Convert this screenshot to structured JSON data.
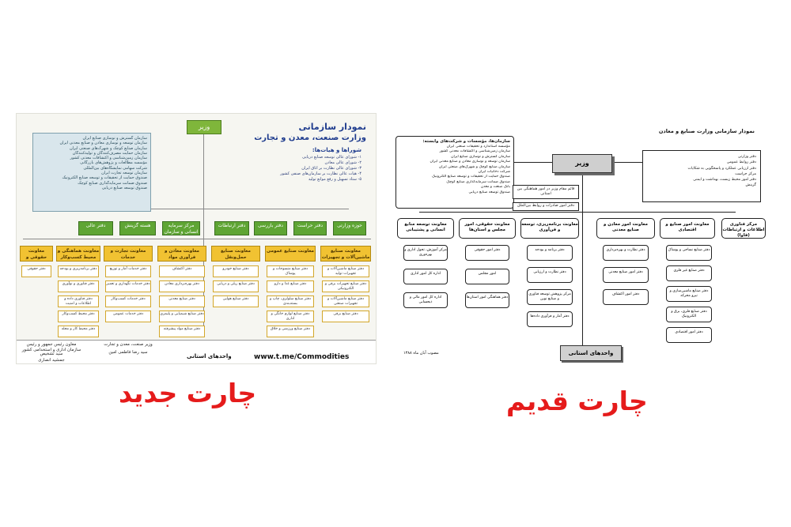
{
  "left": {
    "minister": "وزیر",
    "title_line1": "نمودار سازمانی",
    "title_line2": "وزارت صنعت، معدن و تجارت",
    "org_items": [
      "سازمان گسترش و نوسازی صنایع ایران",
      "سازمان توسعه و نوسازی معادن و صنایع معدنی ایران",
      "سازمان صنایع کوچک و شهرک‌های صنعتی ایران",
      "سازمان حمایت مصرف‌کنندگان و تولیدکنندگان",
      "سازمان زمین‌شناسی و اکتشافات معدنی کشور",
      "مؤسسه مطالعات و پژوهش‌های بازرگانی",
      "شرکت سهامی نمایشگاه‌های بین‌المللی",
      "سازمان توسعه تجارت ایران",
      "صندوق حمایت از تحقیقات و توسعه صنایع الکترونیک",
      "صندوق ضمانت سرمایه‌گذاری صنایع کوچک",
      "صندوق توسعه صنایع دریایی"
    ],
    "councils_head": "شوراها و هیات‌ها:",
    "councils": [
      "۱- شورای عالی توسعه صنایع دریایی",
      "۲- شورای عالی معادن",
      "۳- شورای عالی نظارت بر اتاق ایران",
      "۴- هیات عالی نظارت بر سازمان‌های صنفی کشور",
      "۵- ستاد تسهیل و رفع موانع تولید"
    ],
    "green_boxes": [
      "حوزه وزارتی",
      "دفتر حراست",
      "دفتر بازرسی",
      "دفتر ارتباطات",
      "مرکز سرمایه انسانی و سازمان",
      "هسته گزینش",
      "دفتر عالی"
    ],
    "depts": [
      {
        "head": "معاونت صنایع ماشین‌آلات و تجهیزات",
        "subs": [
          "دفتر صنایع ماشین‌آلات و تجهیزات تولید",
          "دفتر صنایع تجهیزات برقی و الکترونیکی",
          "دفتر صنایع ماشین‌آلات و تجهیزات صنعتی",
          "دفتر صنایع برقی"
        ]
      },
      {
        "head": "معاونت صنایع عمومی",
        "subs": [
          "دفتر صنایع منسوجات و پوشاک",
          "دفتر صنایع غذا و دارو",
          "دفتر صنایع سلولزی، چاپ و بسته‌بندی",
          "دفتر صنایع لوازم خانگی و اداری",
          "دفتر صنایع ورزشی و خلاق"
        ]
      },
      {
        "head": "معاونت صنایع حمل‌ونقل",
        "subs": [
          "دفتر صنایع خودرو",
          "دفتر صنایع ریلی و دریایی",
          "دفتر صنایع هوایی"
        ]
      },
      {
        "head": "معاونت معادن و فرآوری مواد",
        "subs": [
          "دفتر اکتشاف",
          "دفتر بهره‌برداری معادن",
          "دفتر صنایع معدنی",
          "دفتر صنایع شیمیایی و پلیمری",
          "دفتر صنایع مواد پیشرفته"
        ]
      },
      {
        "head": "معاونت تجارت و خدمات",
        "subs": [
          "دفتر خدمات آمار و توزیع",
          "دفتر خدمات نگهداری و تعمیر",
          "دفتر خدمات کسب‌وکار",
          "دفتر خدمات عمومی"
        ]
      },
      {
        "head": "معاونت هماهنگی و محیط کسب‌وکار",
        "subs": [
          "دفتر برنامه‌ریزی و بودجه",
          "دفتر فناوری و نوآوری",
          "دفتر فناوری داده و اطلاعات و امنیت",
          "دفتر محیط کسب‌وکار",
          "دفتر محیط کار و مجله"
        ]
      },
      {
        "head": "معاونت حقوقی و امور مجلس",
        "subs": [
          "دفتر حقوقی"
        ]
      }
    ],
    "footer_cells": [
      "معاون رئیس جمهور و رئیس سازمان اداری و استخدامی کشور",
      "وزیر صنعت، معدن و تجارت",
      "جمشید انصاری",
      "سید رضا فاطمی امین",
      "سید تشخیص"
    ],
    "units_label": "واحدهای استانی",
    "url": "www.t.me/Commodities"
  },
  "right": {
    "title": "نمودار سازمانی وزارت صنایع و معادن",
    "minister": "وزیر",
    "org_head": "سازمان‌ها، مؤسسات و شرکت‌های وابسته:",
    "org_items": [
      "مؤسسه استاندارد و تحقیقات صنعتی ایران",
      "سازمان زمین‌شناسی و اکتشافات معدنی کشور",
      "سازمان گسترش و نوسازی صنایع ایران",
      "سازمان توسعه و نوسازی معادن و صنایع معدنی ایران",
      "سازمان صنایع کوچک و شهرک‌های صنعتی ایران",
      "شرکت دخانیات ایران",
      "صندوق حمایت از تحقیقات و توسعه صنایع الکترونیک",
      "صندوق ضمانت سرمایه‌گذاری صنایع کوچک",
      "بانک صنعت و معدن",
      "صندوق توسعه صنایع دریایی"
    ],
    "office_items": [
      "دفتر وزارتی",
      "دفتر روابط عمومی",
      "دفتر ارزیابی عملکرد و پاسخگویی به شکایات",
      "مرکز حراست",
      "دفتر امور محیط زیست، بهداشت و ایمنی",
      "گزینش"
    ],
    "deputy_minister_box": "قائم مقام وزیر در امور هماهنگی بین استانی",
    "export_box": "دفتر امور صادرات و روابط بین‌الملل",
    "depts": [
      {
        "head": "مرکز فناوری اطلاعات و ارتباطات (فاوا)",
        "subs": []
      },
      {
        "head": "معاونت امور صنایع و اقتصادی",
        "subs": [
          "دفتر صنایع نساجی و پوشاک",
          "دفتر صنایع غیر فلزی",
          "دفتر صنایع ماشین‌سازی و نیرو محرکه",
          "دفتر صنایع فلزی، برق و الکترونیک",
          "دفتر امور اقتصادی"
        ]
      },
      {
        "head": "معاونت امور معادن و صنایع معدنی",
        "subs": [
          "دفتر نظارت و بهره‌برداری",
          "دفتر امور صنایع معدنی",
          "دفتر امور اکتشاف"
        ]
      },
      {
        "head": "معاونت برنامه‌ریزی، توسعه و فن‌آوری",
        "subs": [
          "دفتر برنامه و بودجه",
          "دفتر نظارت و ارزیابی",
          "مرکز پژوهش توسعه فناوری و صنایع نوین",
          "دفتر آمار و فرآوری داده‌ها"
        ]
      },
      {
        "head": "معاونت حقوقی، امور مجلس و استان‌ها",
        "subs": [
          "دفتر امور حقوقی",
          "امور مجلس",
          "دفتر هماهنگی امور استان‌ها"
        ]
      },
      {
        "head": "معاونت توسعه منابع انسانی و پشتیبانی",
        "subs": [
          "مرکز آموزش، تحول اداری و بهره‌وری",
          "اداره کل امور اداری",
          "اداره کل امور مالی و ذیحسابی"
        ]
      }
    ],
    "units_label": "واحدهای استانی",
    "date": "مصوب آبان ماه ۱۳۸۸"
  },
  "captions": {
    "new": "چارت جدید",
    "old": "چارت قدیم"
  },
  "colors": {
    "caption_red": "#e51b1b",
    "left_green": "#5fa534",
    "left_yellow": "#f1c232",
    "left_title_blue": "#1f3c8e"
  }
}
